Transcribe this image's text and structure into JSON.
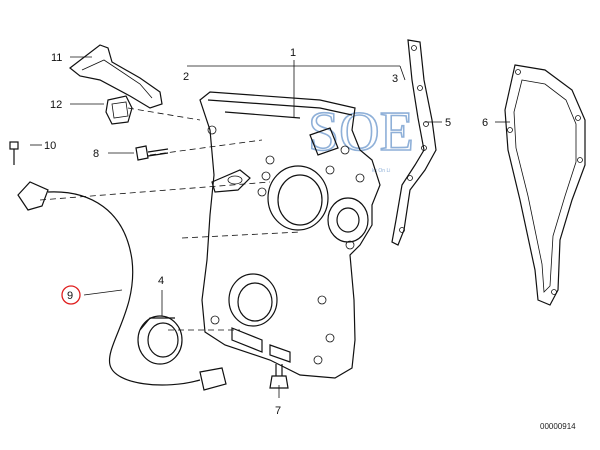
{
  "callouts": {
    "c1": "1",
    "c2": "2",
    "c3": "3",
    "c4": "4",
    "c5": "5",
    "c6": "6",
    "c7": "7",
    "c8": "8",
    "c9": "9",
    "c10": "10",
    "c11": "11",
    "c12": "12"
  },
  "highlighted_callout": "9",
  "highlight_color": "#e02020",
  "watermark": {
    "main": "SOE",
    "tagline": "ks On Li"
  },
  "part_number": "00000914",
  "line_color": "#111111",
  "watermark_color": "#8fb0d8"
}
